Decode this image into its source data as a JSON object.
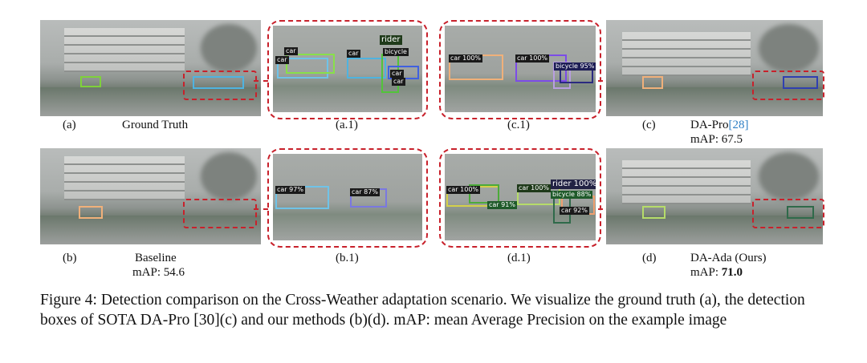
{
  "panels": {
    "a": {
      "id": "(a)",
      "title": "Ground Truth"
    },
    "a1": {
      "id": "(a.1)",
      "tags": [
        "car",
        "car",
        "car",
        "rider",
        "bicycle",
        "car",
        "car"
      ]
    },
    "c1": {
      "id": "(c.1)",
      "tags": [
        "car 100%",
        "car 100%",
        "bicycle 95%"
      ]
    },
    "c": {
      "id": "(c)",
      "title": "DA-Pro",
      "ref": "[28]",
      "map": "mAP: 67.5"
    },
    "b": {
      "id": "(b)",
      "title": "Baseline",
      "map": "mAP: 54.6"
    },
    "b1": {
      "id": "(b.1)",
      "tags": [
        "car 97%",
        "car 87%"
      ]
    },
    "d1": {
      "id": "(d.1)",
      "tags": [
        "car 100%",
        "car 100%",
        "rider 100%",
        "bicycle 88%",
        "car 91%",
        "car 92%"
      ]
    },
    "d": {
      "id": "(d)",
      "title": "DA-Ada (Ours)",
      "map_prefix": "mAP: ",
      "map_value": "71.0"
    }
  },
  "caption": "Figure 4: Detection comparison on the Cross-Weather adaptation scenario. We visualize the ground truth (a), the detection boxes of SOTA DA-Pro [30](c) and our methods (b)(d). mAP: mean Average Precision on the example image",
  "colors": {
    "dash": "#c8212b",
    "ref": "#2e7fc4"
  }
}
